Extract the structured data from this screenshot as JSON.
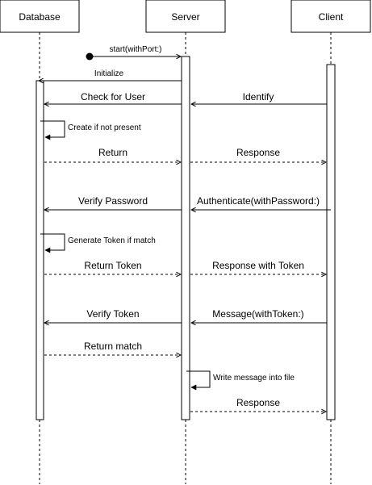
{
  "participants": [
    {
      "id": "db",
      "label": "Database"
    },
    {
      "id": "server",
      "label": "Server"
    },
    {
      "id": "client",
      "label": "Client"
    }
  ],
  "messages": [
    {
      "id": "start",
      "label": "start(withPort:)",
      "from": "found",
      "to": "server",
      "style": "solid"
    },
    {
      "id": "initialize",
      "label": "Initialize",
      "from": "server",
      "to": "db",
      "style": "solid"
    },
    {
      "id": "identify",
      "label": "Identify",
      "from": "client",
      "to": "server",
      "style": "solid"
    },
    {
      "id": "check-user",
      "label": "Check for User",
      "from": "server",
      "to": "db",
      "style": "solid"
    },
    {
      "id": "create-if-not-present",
      "label": "Create if not present",
      "from": "db",
      "to": "db",
      "style": "self"
    },
    {
      "id": "return-1",
      "label": "Return",
      "from": "db",
      "to": "server",
      "style": "dashed"
    },
    {
      "id": "response-1",
      "label": "Response",
      "from": "server",
      "to": "client",
      "style": "dashed"
    },
    {
      "id": "authenticate",
      "label": "Authenticate(withPassword:)",
      "from": "client",
      "to": "server",
      "style": "solid"
    },
    {
      "id": "verify-password",
      "label": "Verify Password",
      "from": "server",
      "to": "db",
      "style": "solid"
    },
    {
      "id": "generate-token",
      "label": "Generate Token if match",
      "from": "db",
      "to": "db",
      "style": "self"
    },
    {
      "id": "return-token",
      "label": "Return Token",
      "from": "db",
      "to": "server",
      "style": "dashed"
    },
    {
      "id": "response-token",
      "label": "Response with Token",
      "from": "server",
      "to": "client",
      "style": "dashed"
    },
    {
      "id": "message",
      "label": "Message(withToken:)",
      "from": "client",
      "to": "server",
      "style": "solid"
    },
    {
      "id": "verify-token",
      "label": "Verify Token",
      "from": "server",
      "to": "db",
      "style": "solid"
    },
    {
      "id": "return-match",
      "label": "Return match",
      "from": "db",
      "to": "server",
      "style": "dashed"
    },
    {
      "id": "write-message",
      "label": "Write message into file",
      "from": "server",
      "to": "server",
      "style": "self"
    },
    {
      "id": "response-2",
      "label": "Response",
      "from": "server",
      "to": "client",
      "style": "dashed"
    }
  ]
}
